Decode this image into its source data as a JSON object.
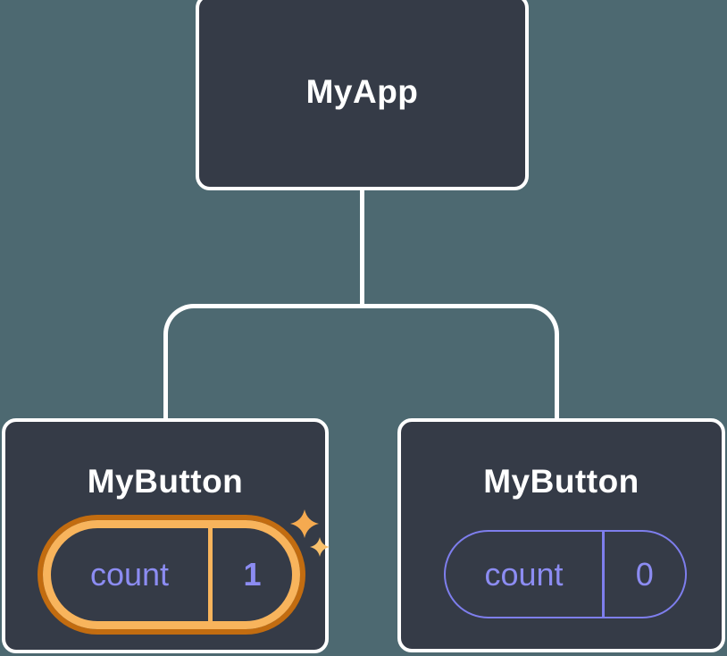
{
  "diagram": {
    "root": {
      "label": "MyApp"
    },
    "children": [
      {
        "label": "MyButton",
        "state": {
          "name": "count",
          "value": "1"
        },
        "highlighted": true,
        "has_sparkles": true
      },
      {
        "label": "MyButton",
        "state": {
          "name": "count",
          "value": "0"
        },
        "highlighted": false,
        "has_sparkles": false
      }
    ]
  },
  "icons": {
    "sparkles": "sparkles-icon"
  },
  "colors": {
    "background": "#4d6971",
    "node_fill": "#353b47",
    "node_border": "#ffffff",
    "connector": "#ffffff",
    "node_text": "#ffffff",
    "state_text": "#8c8cf2",
    "state_pill_border": "#7e7eed",
    "highlight_ring_outer": "#c26c10",
    "highlight_ring_inner": "#f8b45c",
    "sparkle_large": "#f5aa50",
    "sparkle_small": "#f8c06c"
  }
}
